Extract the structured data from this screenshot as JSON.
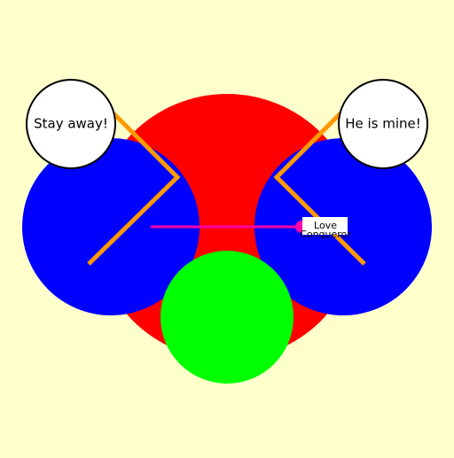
{
  "colors": {
    "background": "#ffffcc",
    "center_circle": "#ff0000",
    "side_circles": "#0000ff",
    "bottom_circle": "#00ff00",
    "zigzag_lines": "#ff9900",
    "connector_line": "#ff00aa",
    "speech_bubble_fill": "#ffffff",
    "speech_bubble_stroke": "#000000"
  },
  "bubbles": {
    "left": {
      "text": "Stay away!"
    },
    "right": {
      "text": "He is mine!"
    }
  },
  "connector": {
    "label_line1": "Love",
    "label_line2": "Conqueror"
  }
}
